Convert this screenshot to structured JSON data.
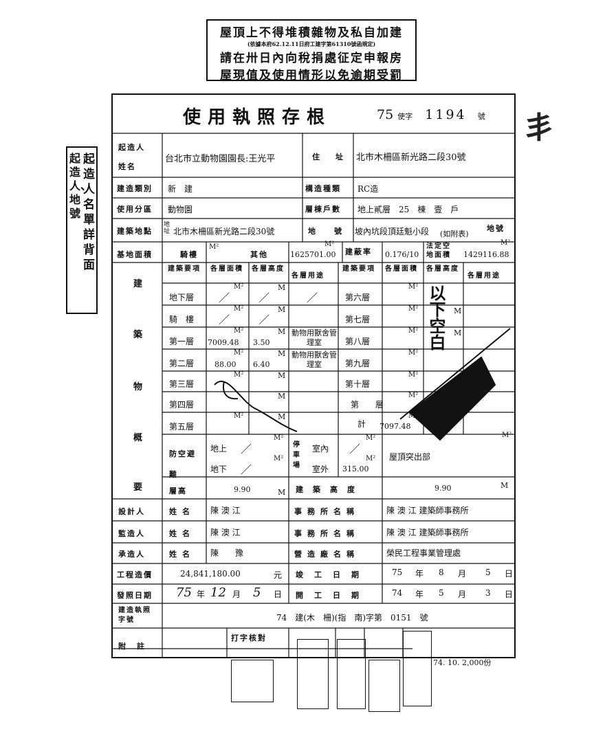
{
  "notice": {
    "line1": "屋頂上不得堆積雜物及私自加建",
    "line2": "(依據本府62.12.11日府工建字第61310號函規定)",
    "line3": "請在卅日內向稅捐處征定申報房",
    "line4": "屋現值及使用情形以免逾期受罰"
  },
  "side_note": {
    "col1": "起造人、地號",
    "col2": "起造人名單詳背面"
  },
  "header": {
    "title": "使用執照存根",
    "year": "75",
    "type": "使字",
    "number": "1194",
    "suffix": "號"
  },
  "rows": {
    "owner_label1": "起造人",
    "owner_label2": "姓名",
    "owner_value": "台北市立動物園園長:王光平",
    "address_label1": "住",
    "address_label2": "址",
    "address_value": "北市木柵區新光路二段30號",
    "build_type_label": "建造類別",
    "build_type_value": "新　建",
    "structure_label": "構造種類",
    "structure_value": "RC造",
    "use_label": "使用分區",
    "use_value": "動物園",
    "floors_label": "層棟戶數",
    "floors_value": "地上貳層　25　棟　壹　戶",
    "site_label": "建築地點",
    "site_sub": "地址",
    "site_value": "北市木柵區新光路二段30號",
    "lot_label1": "地",
    "lot_label2": "號",
    "lot_value": "坡內坑段頂廷魁小段",
    "lot_note": "(如附表)",
    "lot_suffix": "地號",
    "base_area_label": "基地面積",
    "arcade_label": "騎樓",
    "m2": "M²",
    "other_label": "其他",
    "other_value": "1625701.00",
    "coverage_label": "建蔽率",
    "coverage_value": "0.176/10",
    "legal_area_label": "法定空地面積",
    "legal_area_value": "1429116.88"
  },
  "building": {
    "section_label": [
      "建",
      "築",
      "物",
      "概",
      "要"
    ],
    "hdr_item": "建築要項",
    "hdr_area": "各層面積",
    "hdr_height": "各層高度",
    "hdr_use": "各層用途",
    "M": "M",
    "floors_left": [
      {
        "name": "地下層",
        "area": "／",
        "height": "／",
        "use": "／"
      },
      {
        "name": "騎　樓",
        "area": "／",
        "height": "／",
        "use": ""
      },
      {
        "name": "第一層",
        "area": "7009.48",
        "height": "3.50",
        "use": "動物用獸舍管理室"
      },
      {
        "name": "第二層",
        "area": "88.00",
        "height": "6.40",
        "use": "動物用獸舍管理室"
      },
      {
        "name": "第三層",
        "area": "",
        "height": "",
        "use": ""
      },
      {
        "name": "第四層",
        "area": "",
        "height": "",
        "use": ""
      },
      {
        "name": "第五層",
        "area": "",
        "height": "",
        "use": ""
      }
    ],
    "floors_right": [
      {
        "name": "第六層"
      },
      {
        "name": "第七層"
      },
      {
        "name": "第八層"
      },
      {
        "name": "第九層"
      },
      {
        "name": "第十層"
      },
      {
        "name": "第　　層"
      },
      {
        "name": "計",
        "area": "7097.48"
      }
    ],
    "blank_note": "以下空白",
    "shelter_label": "防空避難",
    "shelter_above": "地上",
    "shelter_below": "地下",
    "slash": "／",
    "parking_label": "停車場",
    "parking_in": "室內",
    "parking_out": "室外",
    "parking_out_value": "315.00",
    "roof_label": "屋頂突出部",
    "floor_height_label": "層高",
    "floor_height_value": "9.90",
    "building_height_label": "建築高度",
    "building_height_value": "9.90"
  },
  "people": {
    "designer_label": "設計人",
    "supervisor_label": "監造人",
    "contractor_label": "承造人",
    "name_label": "姓名",
    "designer_name": "陳 澳 江",
    "supervisor_name": "陳 澳 江",
    "contractor_name": "陳　　豫",
    "office_label": "事務所名稱",
    "designer_office": "陳 澳 江 建築師事務所",
    "supervisor_office": "陳 澳 江 建築師事務所",
    "factory_label": "營造廠名稱",
    "contractor_factory": "榮民工程事業管理處"
  },
  "bottom": {
    "cost_label": "工程造價",
    "cost_value": "24,841,180.00",
    "cost_unit": "元",
    "completion_label": "竣工日期",
    "completion_year": "75",
    "completion_month": "8",
    "completion_day": "5",
    "year": "年",
    "month": "月",
    "day": "日",
    "issue_label": "發照日期",
    "issue_year": "75",
    "issue_month": "12",
    "issue_day": "5",
    "start_label": "開工日期",
    "start_year": "74",
    "start_month": "5",
    "start_day": "3",
    "license_label": "建造執照字號",
    "license_value": "74　建(木　柵)(指　南)字第　0151　號",
    "remark_label": "附註",
    "print_label": "打字核對",
    "footer_code": "74. 10. 2,000份"
  }
}
